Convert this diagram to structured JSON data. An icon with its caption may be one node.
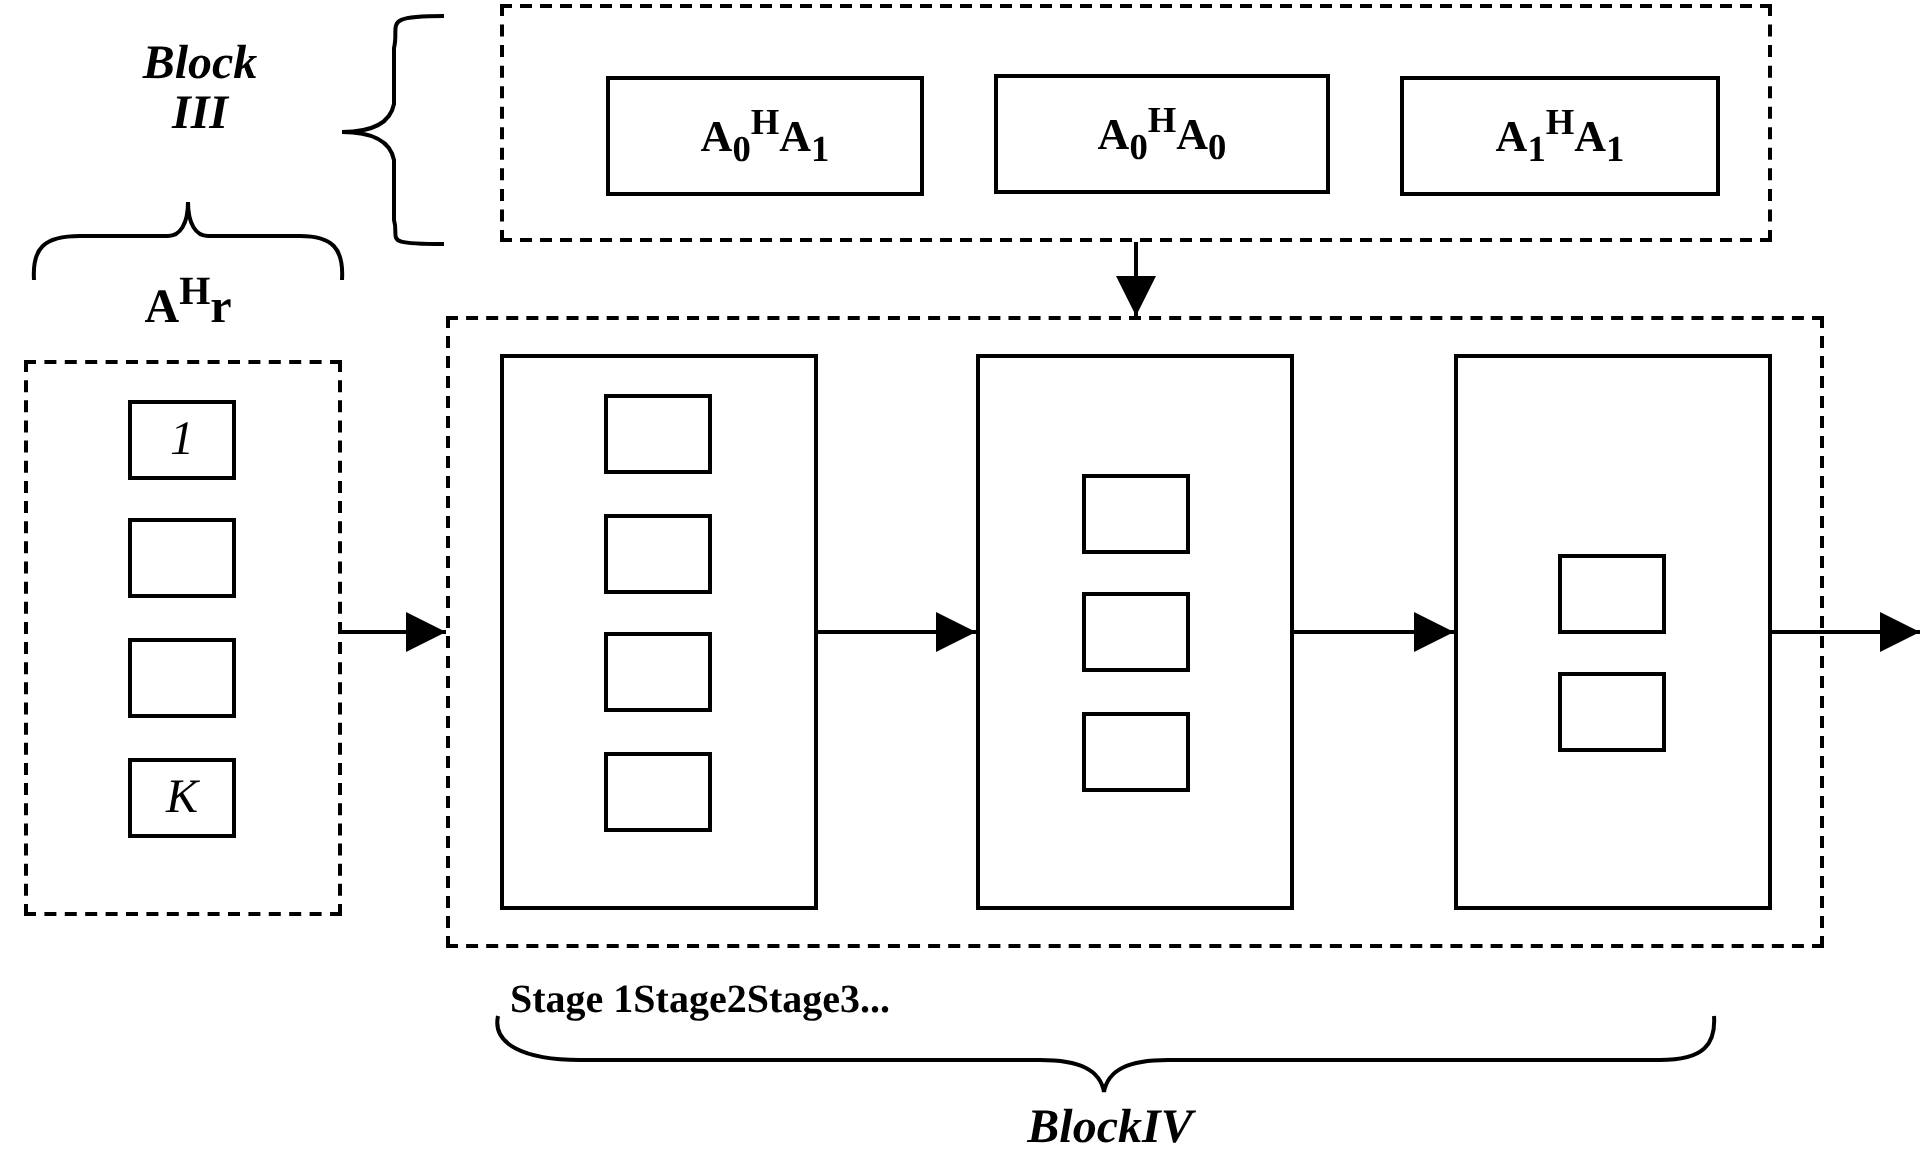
{
  "diagram": {
    "nodes": [
      {
        "text": [],
        "shape": "box"
      },
      {
        "text": [
          "A$_{0}$$^{H}$A$_{1}$"
        ],
        "in": 0
      },
      {
        "text": [
          "A$_{0}$$^{H}$A$_{0}$"
        ],
        "in": 0
      },
      {
        "text": [
          "A$_{1}$$^{H}$A$_{1}$"
        ],
        "in": 0
      },
      {
        "text": [],
        "shape": "box"
      },
      {
        "text": [
          "1"
        ],
        "in": 4
      },
      {
        "text": [],
        "shape": "box",
        "in": 4
      },
      {
        "text": [],
        "shape": "box",
        "in": 4
      },
      {
        "text": [
          "K"
        ],
        "in": 4
      },
      {
        "text": [],
        "shape": "box"
      },
      {
        "text": [],
        "shape": "box",
        "in": 9
      },
      {
        "text": [],
        "shape": "box",
        "in": 10
      },
      {
        "text": [],
        "shape": "box",
        "in": 10
      },
      {
        "text": [],
        "shape": "box",
        "in": 10
      },
      {
        "text": [],
        "shape": "box",
        "in": 10
      },
      {
        "text": [],
        "shape": "box",
        "in": 9
      },
      {
        "text": [],
        "shape": "box",
        "in": 15
      },
      {
        "text": [],
        "shape": "box",
        "in": 15
      },
      {
        "text": [],
        "shape": "box",
        "in": 15
      },
      {
        "text": [],
        "shape": "box",
        "in": 9
      },
      {
        "text": [],
        "shape": "box",
        "in": 19
      },
      {
        "text": [],
        "shape": "box",
        "in": 19
      }
    ],
    "edges": [
      {
        "from": 0,
        "to": 9,
        "arrow": "to"
      },
      {
        "from": 4,
        "to": 9,
        "arrow": "to"
      },
      {
        "from": 10,
        "to": 15,
        "arrow": "to"
      },
      {
        "from": 15,
        "to": 19,
        "arrow": "to"
      },
      {
        "from": 19,
        "to": null,
        "arrow": "to"
      }
    ],
    "labels": [
      "Block III",
      "A$^{H}$r",
      "Stage 1Stage2Stage3...",
      "BlockIV"
    ]
  }
}
